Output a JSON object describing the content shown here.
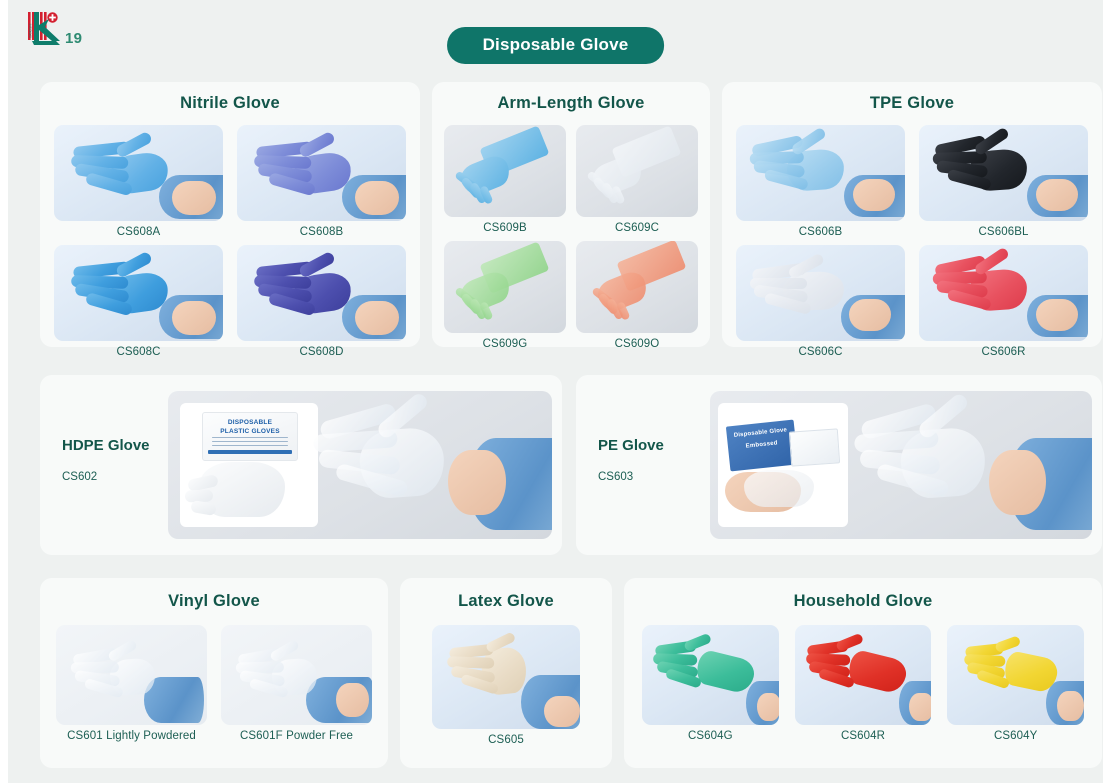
{
  "header": {
    "page_number": "19",
    "title": "Disposable Glove",
    "logo_name": "company-logo",
    "title_bg_color": "#0f7569",
    "page_number_color": "#2e8b72"
  },
  "theme": {
    "page_background": "#eef1f0",
    "card_background": "#f8faf9",
    "section_title_color": "#13564a",
    "caption_color": "#1c5e53"
  },
  "sections": [
    {
      "id": "nitrile",
      "title": "Nitrile Glove",
      "layout": "grid-2x2",
      "products": [
        {
          "code": "CS608A",
          "color": "#62b1e6"
        },
        {
          "code": "CS608B",
          "color": "#7d8cd8"
        },
        {
          "code": "CS608C",
          "color": "#3f9ede"
        },
        {
          "code": "CS608D",
          "color": "#4d4fae"
        }
      ]
    },
    {
      "id": "armlength",
      "title": "Arm-Length Glove",
      "layout": "grid-2x2",
      "products": [
        {
          "code": "CS609B",
          "color": "#5fb3e3"
        },
        {
          "code": "CS609C",
          "color": "#e3e9ef"
        },
        {
          "code": "CS609G",
          "color": "#8fd488"
        },
        {
          "code": "CS609O",
          "color": "#ee8b6d"
        }
      ]
    },
    {
      "id": "tpe",
      "title": "TPE Glove",
      "layout": "grid-2x2",
      "products": [
        {
          "code": "CS606B",
          "color": "#96cbec"
        },
        {
          "code": "CS606BL",
          "color": "#22262c"
        },
        {
          "code": "CS606C",
          "color": "#e5e9ef"
        },
        {
          "code": "CS606R",
          "color": "#e8515f"
        }
      ]
    },
    {
      "id": "hdpe",
      "title": "HDPE Glove",
      "layout": "wide",
      "code": "CS602",
      "package_text": {
        "line1": "DISPOSABLE",
        "line2": "PLASTIC GLOVES"
      }
    },
    {
      "id": "pe",
      "title": "PE Glove",
      "layout": "wide",
      "code": "CS603",
      "package_text": {
        "line1": "Disposable Glove",
        "line2": "Embossed"
      }
    },
    {
      "id": "vinyl",
      "title": "Vinyl Glove",
      "layout": "grid-1x2",
      "products": [
        {
          "code": "CS601 Lightly Powdered",
          "color": "#e2eaf2"
        },
        {
          "code": "CS601F Powder Free",
          "color": "#e2eaf2"
        }
      ]
    },
    {
      "id": "latex",
      "title": "Latex Glove",
      "layout": "grid-1x1",
      "products": [
        {
          "code": "CS605",
          "color": "#e9dcc6"
        }
      ]
    },
    {
      "id": "household",
      "title": "Household Glove",
      "layout": "grid-1x3",
      "products": [
        {
          "code": "CS604G",
          "color": "#3cbd9a"
        },
        {
          "code": "CS604R",
          "color": "#e03127"
        },
        {
          "code": "CS604Y",
          "color": "#f2d633"
        }
      ]
    }
  ]
}
